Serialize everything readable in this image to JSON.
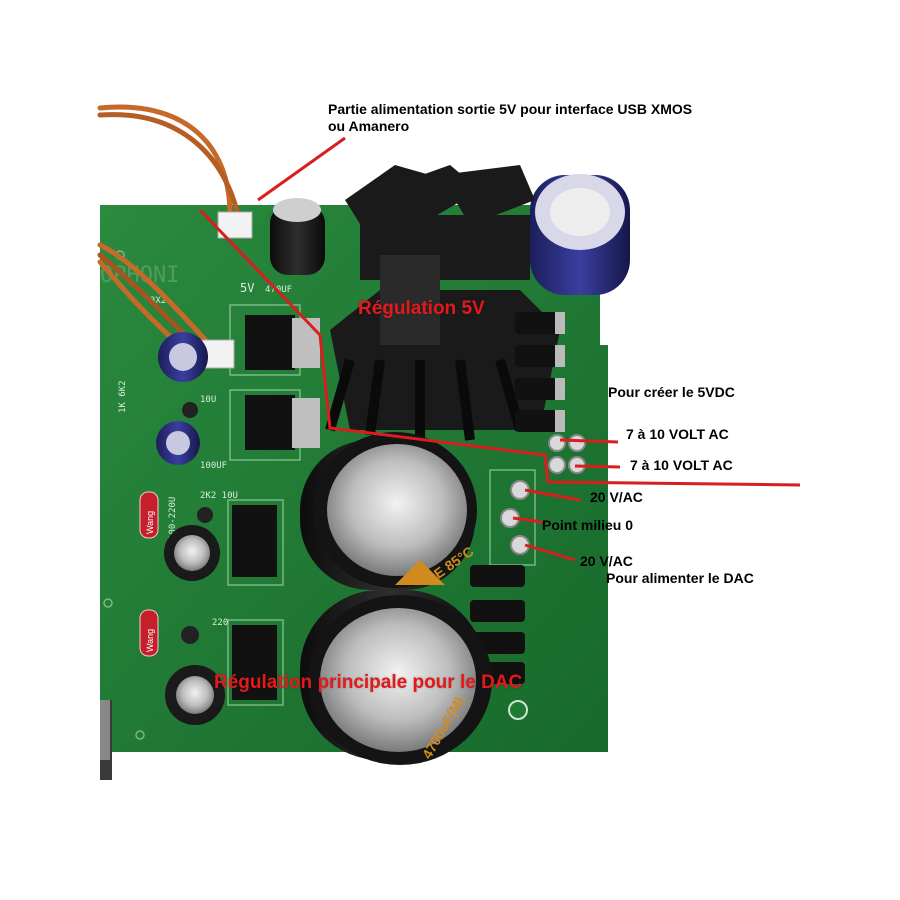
{
  "annotations": {
    "usb_power_line1": "Partie alimentation sortie 5V pour interface USB XMOS",
    "usb_power_line2": "ou Amanero",
    "reg5v_title": "Régulation 5V",
    "create_5vdc": "Pour créer  le 5VDC",
    "ac_input_1": "7 à 10 VOLT AC",
    "ac_input_2": "7 à 10 VOLT AC",
    "ac20_top": "20 V/AC",
    "center_tap": "Point milieu 0",
    "ac20_bottom": "20 V/AC",
    "dac_supply": "Pour alimenter  le DAC",
    "main_reg_title": "Régulation principale pour le DAC"
  },
  "board_print": {
    "brand_fragment": "OPHONI",
    "cap_label_470": "470UF",
    "label_5v": "5V",
    "label_3x2": "3X2",
    "label_1k": "1K 6K2",
    "label_10u": "10U",
    "label_100uf": "100UF",
    "label_2k2": "2K2 10U",
    "label_100_220": "100-220U",
    "label_wang_1": "Wang",
    "label_wang_2": "Wang",
    "label_220": "220",
    "label_ce85": "CE 85°C",
    "label_4700": "4700uF(M)"
  },
  "colors": {
    "pcb_green": "#1f7a33",
    "arrow_red": "#d81e1e",
    "heatsink": "#1a1a1a",
    "wire_orange": "#c66a2a"
  }
}
